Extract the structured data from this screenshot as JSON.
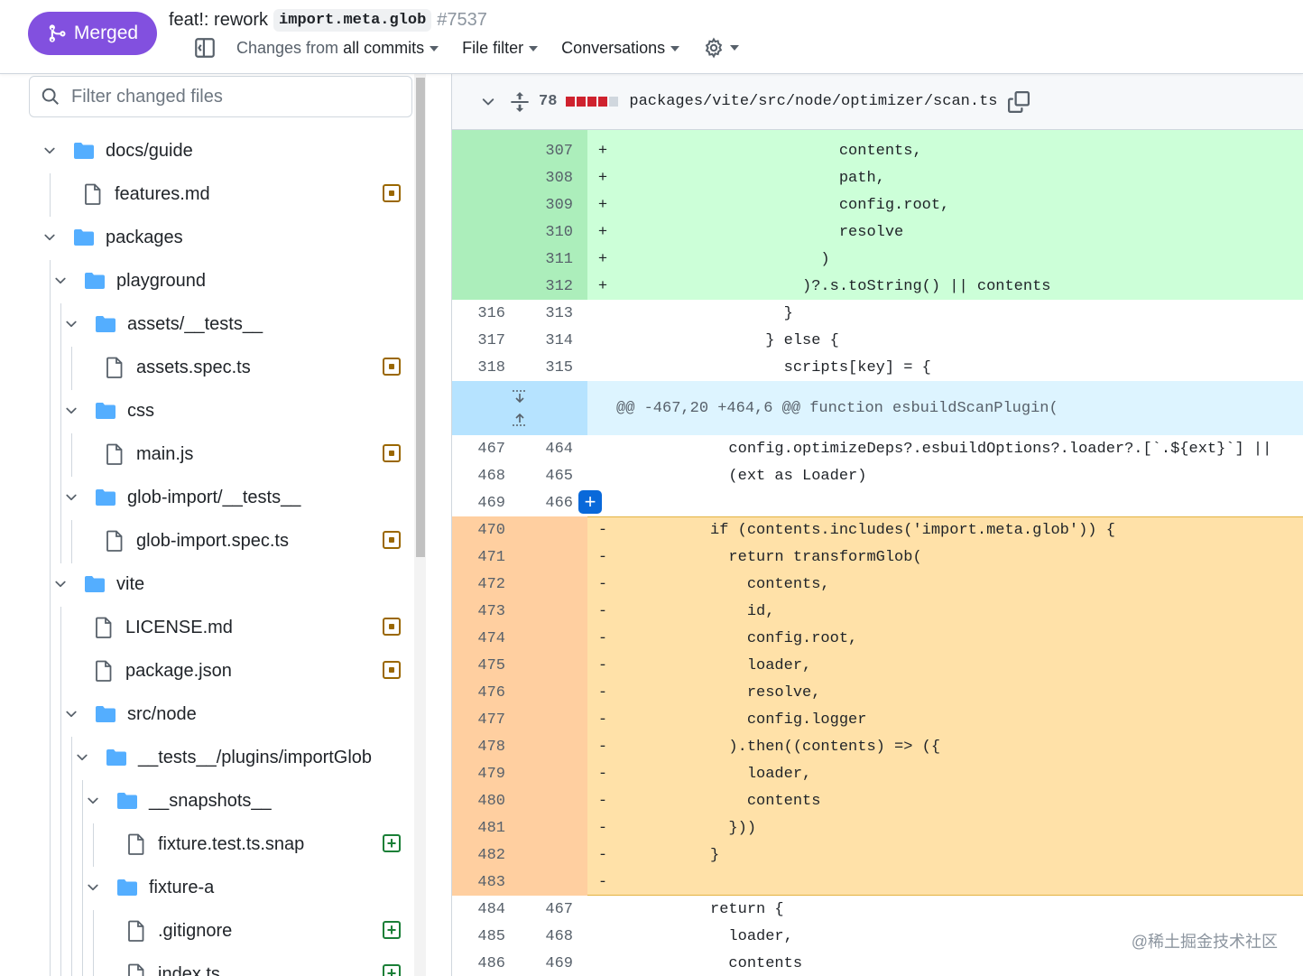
{
  "pr": {
    "status": "Merged",
    "title_prefix": "feat!: rework",
    "title_code": "import.meta.glob",
    "number": "#7537"
  },
  "toolbar": {
    "changes_prefix": "Changes from",
    "changes_value": "all commits",
    "file_filter": "File filter",
    "conversations": "Conversations"
  },
  "sidebar": {
    "filter_placeholder": "Filter changed files",
    "items": [
      {
        "label": "docs/guide"
      },
      {
        "label": "features.md"
      },
      {
        "label": "packages"
      },
      {
        "label": "playground"
      },
      {
        "label": "assets/__tests__"
      },
      {
        "label": "assets.spec.ts"
      },
      {
        "label": "css"
      },
      {
        "label": "main.js"
      },
      {
        "label": "glob-import/__tests__"
      },
      {
        "label": "glob-import.spec.ts"
      },
      {
        "label": "vite"
      },
      {
        "label": "LICENSE.md"
      },
      {
        "label": "package.json"
      },
      {
        "label": "src/node"
      },
      {
        "label": "__tests__/plugins/importGlob"
      },
      {
        "label": "__snapshots__"
      },
      {
        "label": "fixture.test.ts.snap"
      },
      {
        "label": "fixture-a"
      },
      {
        "label": ".gitignore"
      },
      {
        "label": "index.ts"
      }
    ]
  },
  "diff": {
    "changes": "78",
    "path": "packages/vite/src/node/optimizer/scan.ts",
    "hunk": "@@ -467,20 +464,6 @@ function esbuildScanPlugin(",
    "lines": [
      {
        "old": "",
        "new": "307",
        "sign": "+",
        "code": "                        contents,"
      },
      {
        "old": "",
        "new": "308",
        "sign": "+",
        "code": "                        path,"
      },
      {
        "old": "",
        "new": "309",
        "sign": "+",
        "code": "                        config.root,"
      },
      {
        "old": "",
        "new": "310",
        "sign": "+",
        "code": "                        resolve"
      },
      {
        "old": "",
        "new": "311",
        "sign": "+",
        "code": "                      )"
      },
      {
        "old": "",
        "new": "312",
        "sign": "+",
        "code": "                    )?.s.toString() || contents"
      },
      {
        "old": "316",
        "new": "313",
        "sign": "",
        "code": "                  }"
      },
      {
        "old": "317",
        "new": "314",
        "sign": "",
        "code": "                } else {"
      },
      {
        "old": "318",
        "new": "315",
        "sign": "",
        "code": "                  scripts[key] = {"
      },
      {
        "old": "467",
        "new": "464",
        "sign": "",
        "code": "            config.optimizeDeps?.esbuildOptions?.loader?.[`.${ext}`] ||"
      },
      {
        "old": "468",
        "new": "465",
        "sign": "",
        "code": "            (ext as Loader)"
      },
      {
        "old": "469",
        "new": "466",
        "sign": "",
        "code": ""
      },
      {
        "old": "470",
        "new": "",
        "sign": "-",
        "code": "          if (contents.includes('import.meta.glob')) {"
      },
      {
        "old": "471",
        "new": "",
        "sign": "-",
        "code": "            return transformGlob("
      },
      {
        "old": "472",
        "new": "",
        "sign": "-",
        "code": "              contents,"
      },
      {
        "old": "473",
        "new": "",
        "sign": "-",
        "code": "              id,"
      },
      {
        "old": "474",
        "new": "",
        "sign": "-",
        "code": "              config.root,"
      },
      {
        "old": "475",
        "new": "",
        "sign": "-",
        "code": "              loader,"
      },
      {
        "old": "476",
        "new": "",
        "sign": "-",
        "code": "              resolve,"
      },
      {
        "old": "477",
        "new": "",
        "sign": "-",
        "code": "              config.logger"
      },
      {
        "old": "478",
        "new": "",
        "sign": "-",
        "code": "            ).then((contents) => ({"
      },
      {
        "old": "479",
        "new": "",
        "sign": "-",
        "code": "              loader,"
      },
      {
        "old": "480",
        "new": "",
        "sign": "-",
        "code": "              contents"
      },
      {
        "old": "481",
        "new": "",
        "sign": "-",
        "code": "            }))"
      },
      {
        "old": "482",
        "new": "",
        "sign": "-",
        "code": "          }"
      },
      {
        "old": "483",
        "new": "",
        "sign": "-",
        "code": ""
      },
      {
        "old": "484",
        "new": "467",
        "sign": "",
        "code": "          return {"
      },
      {
        "old": "485",
        "new": "468",
        "sign": "",
        "code": "            loader,"
      },
      {
        "old": "486",
        "new": "469",
        "sign": "",
        "code": "            contents"
      }
    ]
  },
  "watermark": "@稀土掘金技术社区",
  "colors": {
    "merged": "#8250df",
    "addition_bg": "#ccffd8",
    "addition_num_bg": "#aceebb",
    "deletion_bg": "#ffe1a8",
    "deletion_num_bg": "#ffcfa0",
    "hunk_bg": "#ddf4ff",
    "folder": "#54aeff"
  }
}
